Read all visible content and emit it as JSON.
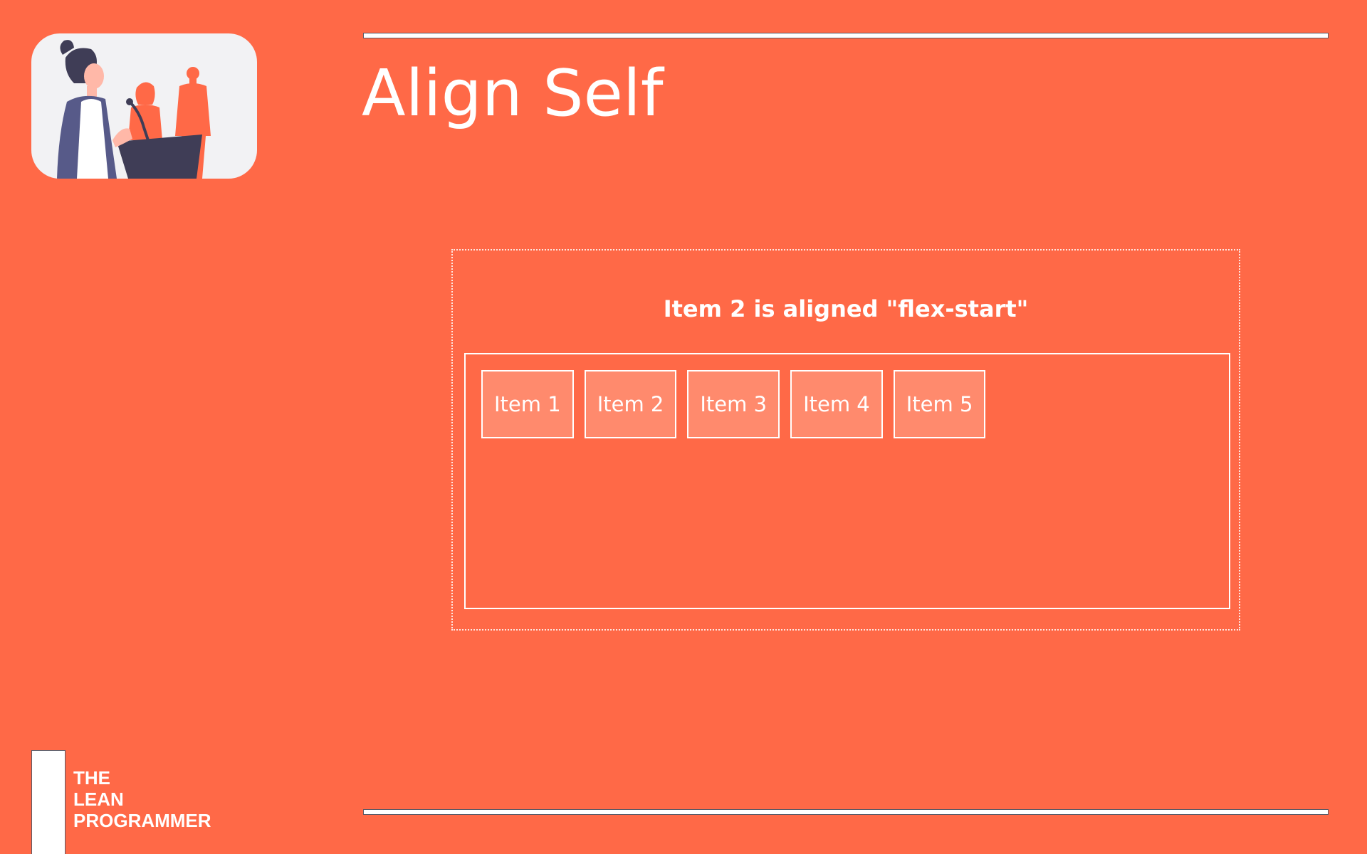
{
  "slide": {
    "title": "Align Self",
    "illustration": "presenter-at-podium-illustration"
  },
  "demo": {
    "caption": "Item 2 is aligned \"flex-start\"",
    "items": [
      "Item 1",
      "Item 2",
      "Item 3",
      "Item 4",
      "Item 5"
    ]
  },
  "brand": {
    "lines": [
      "THE",
      "LEAN",
      "PROGRAMMER"
    ]
  },
  "colors": {
    "background": "#FF6947",
    "item_fill": "#FF8A6D",
    "card": "#F2F2F4",
    "foreground": "#FFFFFF"
  }
}
